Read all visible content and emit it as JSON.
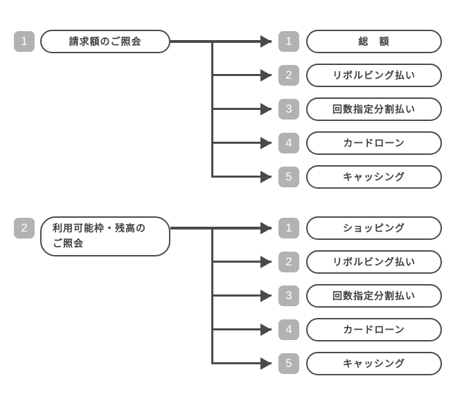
{
  "diagram": {
    "background_color": "#ffffff",
    "badge_color": "#b2b2b2",
    "line_color": "#4a4a4a",
    "text_color": "#3f3f3f",
    "groups": [
      {
        "badge": "1",
        "label": "請求額のご照会",
        "items": [
          {
            "badge": "1",
            "label": "総　額"
          },
          {
            "badge": "2",
            "label": "リボルビング払い"
          },
          {
            "badge": "3",
            "label": "回数指定分割払い"
          },
          {
            "badge": "4",
            "label": "カードローン"
          },
          {
            "badge": "5",
            "label": "キャッシング"
          }
        ]
      },
      {
        "badge": "2",
        "label_line1": "利用可能枠・残高の",
        "label_line2": "ご照会",
        "items": [
          {
            "badge": "1",
            "label": "ショッピング"
          },
          {
            "badge": "2",
            "label": "リボルビング払い"
          },
          {
            "badge": "3",
            "label": "回数指定分割払い"
          },
          {
            "badge": "4",
            "label": "カードローン"
          },
          {
            "badge": "5",
            "label": "キャッシング"
          }
        ]
      }
    ]
  }
}
